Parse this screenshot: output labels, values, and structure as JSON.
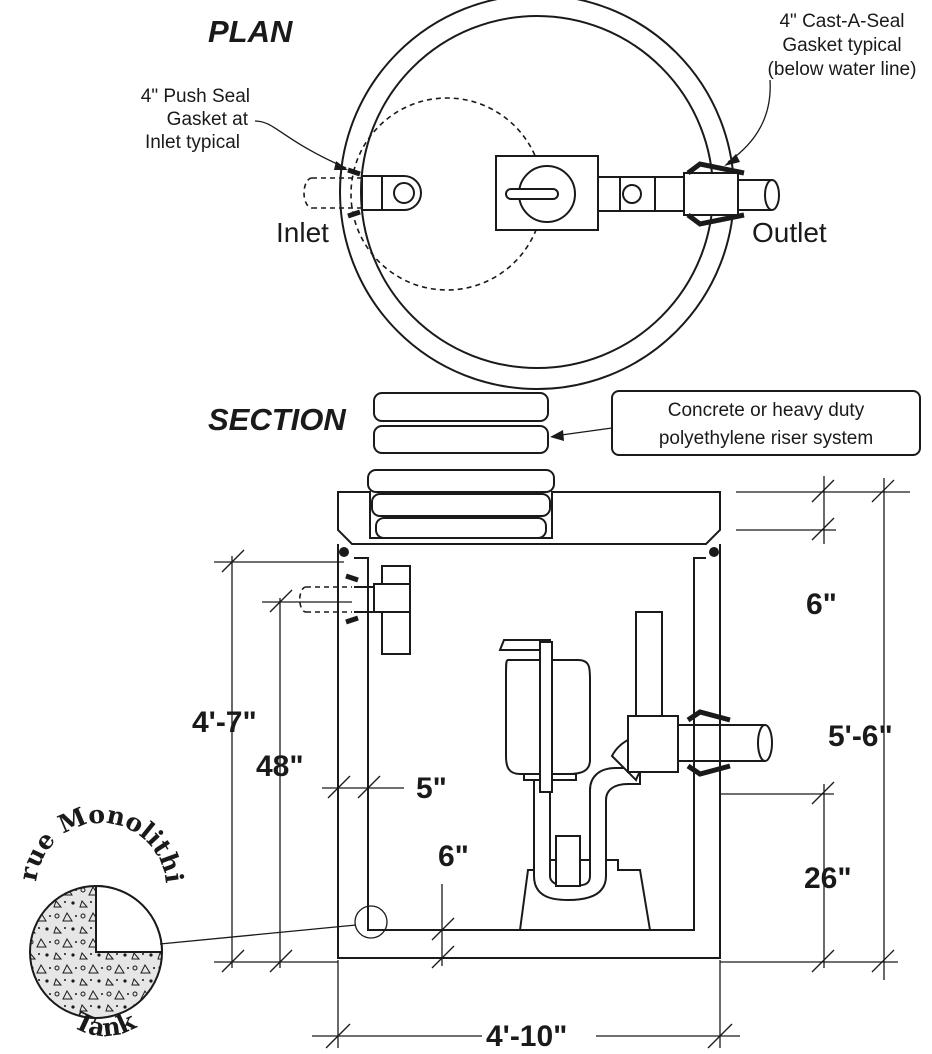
{
  "plan": {
    "title": "PLAN",
    "inlet_label": "Inlet",
    "outlet_label": "Outlet",
    "push_seal_note": [
      "4\" Push Seal",
      "Gasket at",
      "Inlet typical"
    ],
    "cast_seal_note": [
      "4\" Cast-A-Seal",
      "Gasket typical",
      "(below water line)"
    ]
  },
  "section": {
    "title": "SECTION",
    "riser_note": [
      "Concrete or heavy duty",
      "polyethylene riser system"
    ],
    "dimensions": {
      "inlet_height": "4'-7\"",
      "inlet_invert": "48\"",
      "wall_thickness": "5\"",
      "floor_thickness": "6\"",
      "lid_thickness": "6\"",
      "overall_height": "5'-6\"",
      "outlet_height": "26\"",
      "overall_width": "4'-10\""
    }
  },
  "badge": {
    "top_text": "True Monolithic",
    "bottom_text": "Tank"
  }
}
